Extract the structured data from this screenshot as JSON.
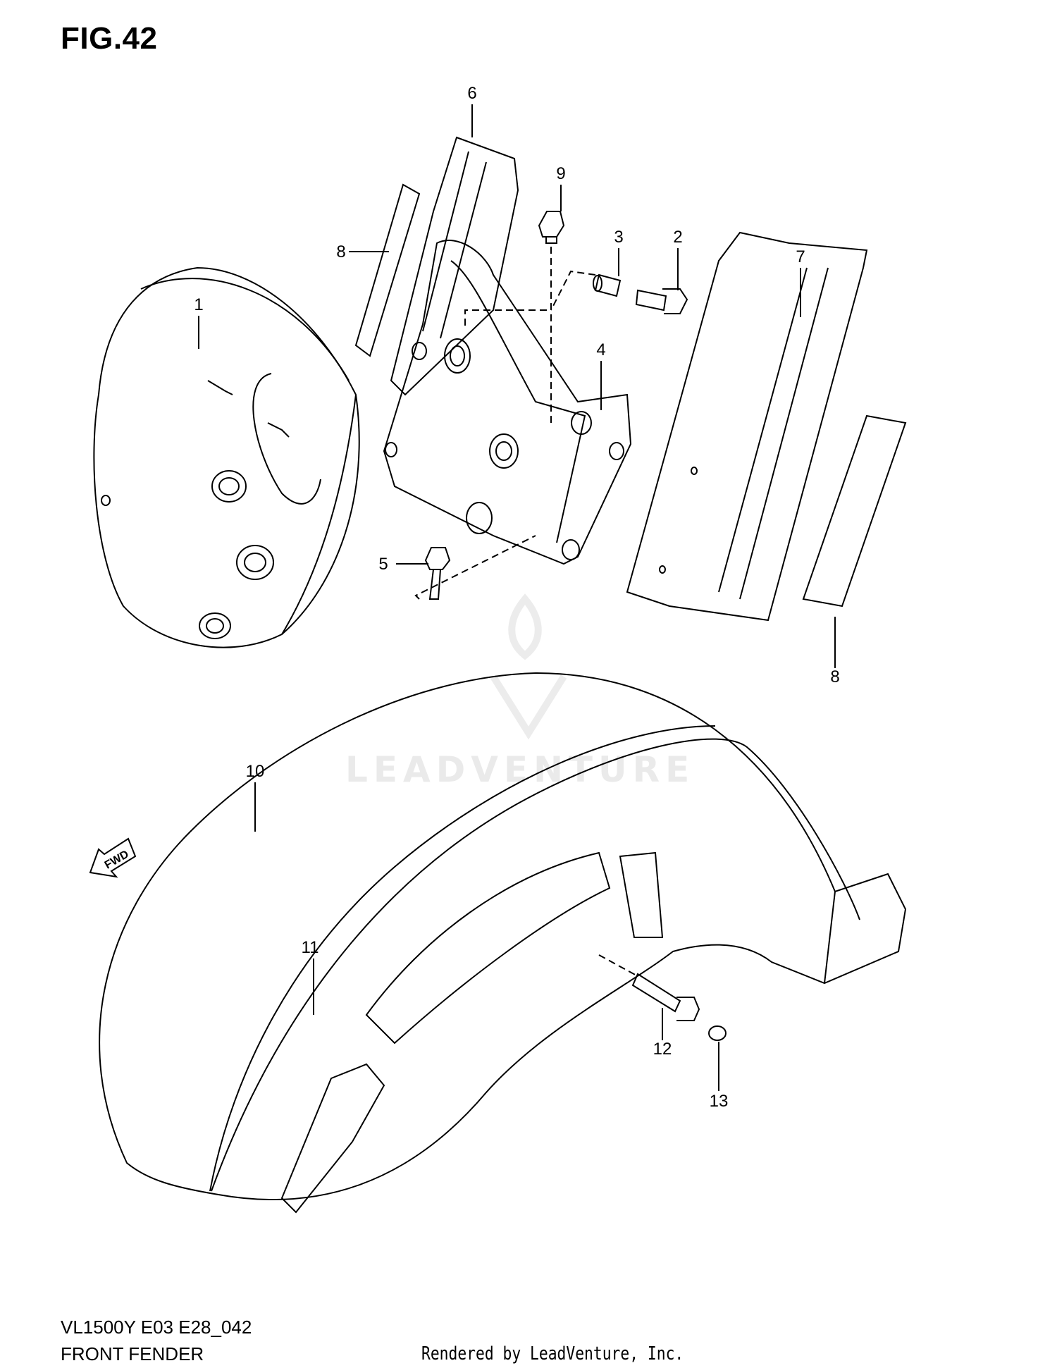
{
  "figure": {
    "title": "FIG.42",
    "model_code": "VL1500Y E03 E28_042",
    "section_name": "FRONT FENDER",
    "rendered_by": "Rendered by LeadVenture, Inc.",
    "watermark": "LEADVENTURE",
    "fwd_arrow": "FWD"
  },
  "callouts": [
    {
      "id": "1",
      "label": "1"
    },
    {
      "id": "2",
      "label": "2"
    },
    {
      "id": "3",
      "label": "3"
    },
    {
      "id": "4",
      "label": "4"
    },
    {
      "id": "5",
      "label": "5"
    },
    {
      "id": "6",
      "label": "6"
    },
    {
      "id": "7",
      "label": "7"
    },
    {
      "id": "8a",
      "label": "8"
    },
    {
      "id": "8b",
      "label": "8"
    },
    {
      "id": "9",
      "label": "9"
    },
    {
      "id": "10",
      "label": "10"
    },
    {
      "id": "11",
      "label": "11"
    },
    {
      "id": "12",
      "label": "12"
    },
    {
      "id": "13",
      "label": "13"
    }
  ],
  "colors": {
    "line": "#000000",
    "watermark": "#e6e6e6",
    "background": "#ffffff"
  }
}
